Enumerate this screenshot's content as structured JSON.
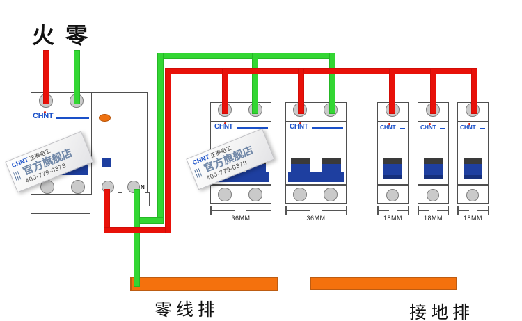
{
  "labels": {
    "live_wire": "火",
    "neutral_wire": "零",
    "neutral_bar": "零线排",
    "ground_bar": "接地排"
  },
  "panel": {
    "main_breaker": {
      "brand": "CHNT",
      "n_label": "N"
    },
    "branch_breakers": [
      {
        "brand": "CHNT",
        "poles": 2,
        "width_label": "36MM"
      },
      {
        "brand": "CHNT",
        "poles": 2,
        "width_label": "36MM"
      },
      {
        "brand": "CHNT",
        "poles": 1,
        "width_label": "18MM"
      },
      {
        "brand": "CHNT",
        "poles": 1,
        "width_label": "18MM"
      },
      {
        "brand": "CHNT",
        "poles": 1,
        "width_label": "18MM"
      }
    ]
  },
  "watermark": {
    "brand": "CHNT",
    "company": "正泰电工",
    "store": "官方旗舰店",
    "phone": "400-779-0378"
  },
  "colors": {
    "live_wire": "#e81109",
    "neutral_wire": "#33d633",
    "bus_bar_orange": "#f4710d",
    "toggle_blue": "#1e3fa0",
    "brand_blue": "#1a50c8"
  }
}
